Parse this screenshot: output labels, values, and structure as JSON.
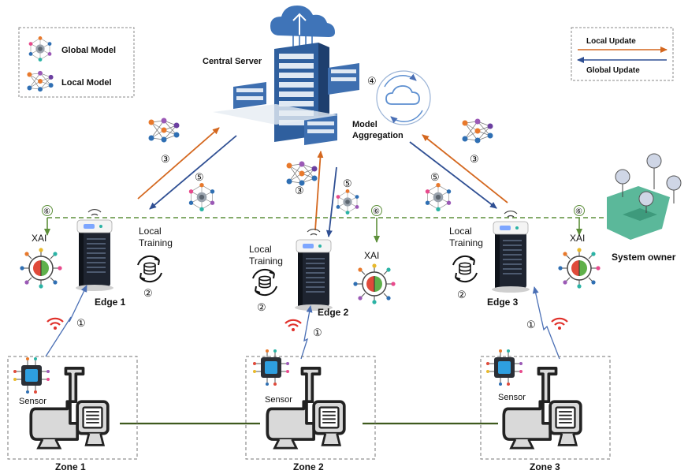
{
  "legend_models": {
    "global": "Global Model",
    "local": "Local Model"
  },
  "legend_updates": {
    "local": "Local Update",
    "global": "Global Update"
  },
  "colors": {
    "local_update": "#d4671e",
    "global_update": "#2f4f93",
    "xai_line": "#5d8f3a",
    "pipe": "#3f5a1e",
    "sensor_link": "#4a6fb5",
    "wifi": "#e0302a"
  },
  "central": {
    "title": "Central Server",
    "aggregation_line1": "Model",
    "aggregation_line2": "Aggregation",
    "step": "④"
  },
  "edges": [
    {
      "label": "Edge 1",
      "training1": "Local",
      "training2": "Training",
      "training_step": "②",
      "xai": "XAI",
      "xai_step": "⑥",
      "sensor_step": "①",
      "up_step": "③",
      "down_step": "⑤"
    },
    {
      "label": "Edge 2",
      "training1": "Local",
      "training2": "Training",
      "training_step": "②",
      "xai": "XAI",
      "xai_step": "⑥",
      "sensor_step": "①",
      "up_step": "③",
      "down_step": "⑤"
    },
    {
      "label": "Edge 3",
      "training1": "Local",
      "training2": "Training",
      "training_step": "②",
      "xai": "XAI",
      "xai_step": "⑥",
      "sensor_step": "①",
      "up_step": "③",
      "down_step": "⑤"
    }
  ],
  "zones": [
    {
      "label": "Zone 1",
      "sensor": "Sensor"
    },
    {
      "label": "Zone 2",
      "sensor": "Sensor"
    },
    {
      "label": "Zone 3",
      "sensor": "Sensor"
    }
  ],
  "owner": {
    "label": "System owner",
    "step": "⑥"
  },
  "icons": [
    "global-model-icon",
    "local-model-icon",
    "cloud-icon",
    "server-rack-icon",
    "edge-server-icon",
    "database-sync-icon",
    "xai-brain-icon",
    "chip-sensor-icon",
    "pump-icon",
    "wifi-icon",
    "puzzle-people-icon"
  ]
}
